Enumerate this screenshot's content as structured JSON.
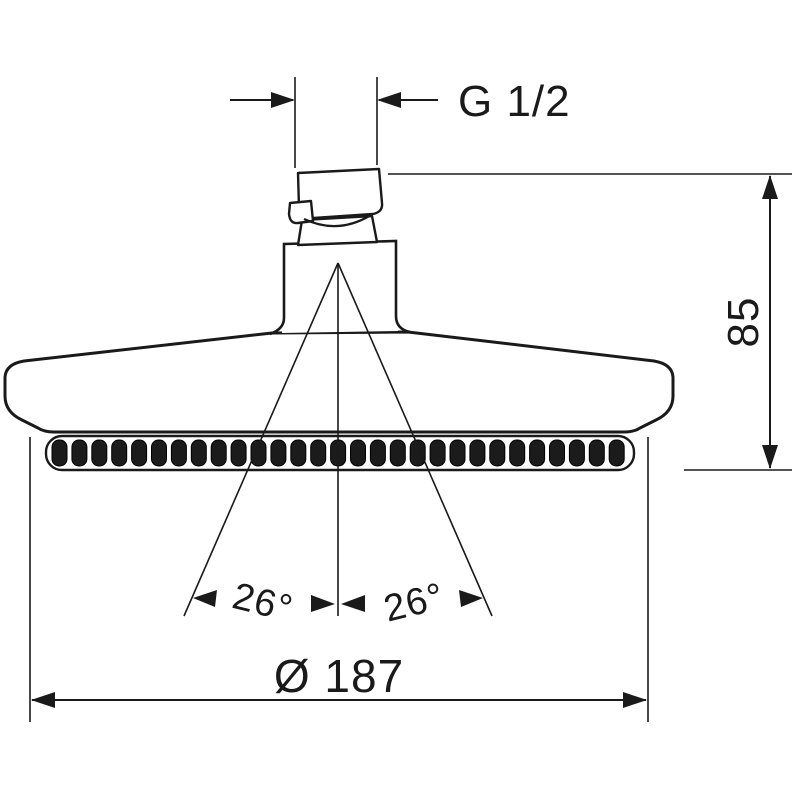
{
  "page": {
    "background": "#ffffff",
    "line_color": "#1a1a1a"
  },
  "drawing": {
    "subject": "overhead-shower-dimension-drawing",
    "labels": {
      "thread_size": "G 1/2",
      "overall_height": "85",
      "spray_angle_left": "26°",
      "spray_angle_right": "26°",
      "diameter": "Ø 187"
    }
  }
}
